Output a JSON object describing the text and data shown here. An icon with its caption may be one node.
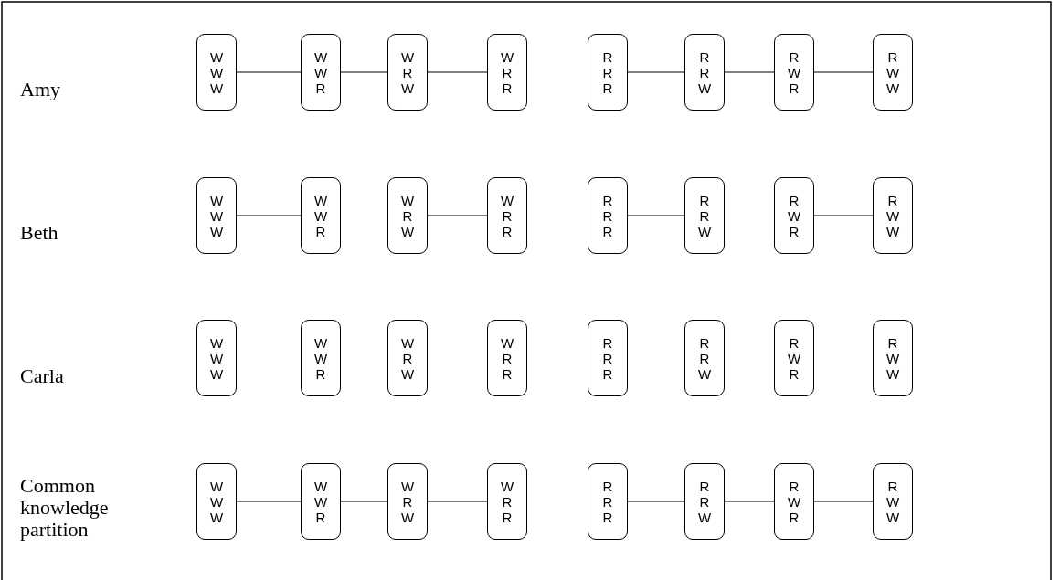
{
  "diagram": {
    "nodes": [
      {
        "text": [
          "W W W"
        ]
      },
      {
        "text": [
          "W W R"
        ]
      },
      {
        "text": [
          "W R W"
        ]
      },
      {
        "text": [
          "W R R"
        ]
      },
      {
        "text": [
          "R R R"
        ]
      },
      {
        "text": [
          "R R W"
        ]
      },
      {
        "text": [
          "R W R"
        ]
      },
      {
        "text": [
          "R W W"
        ]
      },
      {
        "text": [
          "W W W"
        ]
      },
      {
        "text": [
          "W W R"
        ]
      },
      {
        "text": [
          "W R W"
        ]
      },
      {
        "text": [
          "W R R"
        ]
      },
      {
        "text": [
          "R R R"
        ]
      },
      {
        "text": [
          "R R W"
        ]
      },
      {
        "text": [
          "R W R"
        ]
      },
      {
        "text": [
          "R W W"
        ]
      },
      {
        "text": [
          "W W W"
        ]
      },
      {
        "text": [
          "W W R"
        ]
      },
      {
        "text": [
          "W R W"
        ]
      },
      {
        "text": [
          "W R R"
        ]
      },
      {
        "text": [
          "R R R"
        ]
      },
      {
        "text": [
          "R R W"
        ]
      },
      {
        "text": [
          "R W R"
        ]
      },
      {
        "text": [
          "R W W"
        ]
      },
      {
        "text": [
          "W W W"
        ]
      },
      {
        "text": [
          "W W R"
        ]
      },
      {
        "text": [
          "W R W"
        ]
      },
      {
        "text": [
          "W R R"
        ]
      },
      {
        "text": [
          "R R R"
        ]
      },
      {
        "text": [
          "R R W"
        ]
      },
      {
        "text": [
          "R W R"
        ]
      },
      {
        "text": [
          "R W W"
        ]
      }
    ],
    "edges": [
      {
        "from": 0,
        "to": 1,
        "arrow": "none"
      },
      {
        "from": 1,
        "to": 2,
        "arrow": "none"
      },
      {
        "from": 2,
        "to": 3,
        "arrow": "none"
      },
      {
        "from": 4,
        "to": 5,
        "arrow": "none"
      },
      {
        "from": 5,
        "to": 6,
        "arrow": "none"
      },
      {
        "from": 6,
        "to": 7,
        "arrow": "none"
      },
      {
        "from": 8,
        "to": 9,
        "arrow": "none"
      },
      {
        "from": 10,
        "to": 11,
        "arrow": "none"
      },
      {
        "from": 12,
        "to": 13,
        "arrow": "none"
      },
      {
        "from": 14,
        "to": 15,
        "arrow": "none"
      },
      {
        "from": 24,
        "to": 25,
        "arrow": "none"
      },
      {
        "from": 25,
        "to": 26,
        "arrow": "none"
      },
      {
        "from": 26,
        "to": 27,
        "arrow": "none"
      },
      {
        "from": 28,
        "to": 29,
        "arrow": "none"
      },
      {
        "from": 29,
        "to": 30,
        "arrow": "none"
      },
      {
        "from": 30,
        "to": 31,
        "arrow": "none"
      }
    ],
    "labels": [
      "Amy",
      "Beth",
      "Carla",
      "Common knowledge partition"
    ]
  }
}
